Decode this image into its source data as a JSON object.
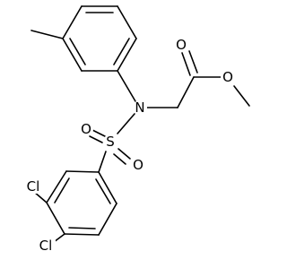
{
  "colors": {
    "background": "#ffffff",
    "bond": "#000000",
    "label": "#000000"
  },
  "atom_labels": {
    "nitrogen": "N",
    "sulfur": "S",
    "sulfonyl_oxygen_left": "O",
    "sulfonyl_oxygen_right": "O",
    "carbonyl_oxygen": "O",
    "ester_oxygen": "O",
    "chlorine_upper": "Cl",
    "chlorine_lower": "Cl"
  }
}
